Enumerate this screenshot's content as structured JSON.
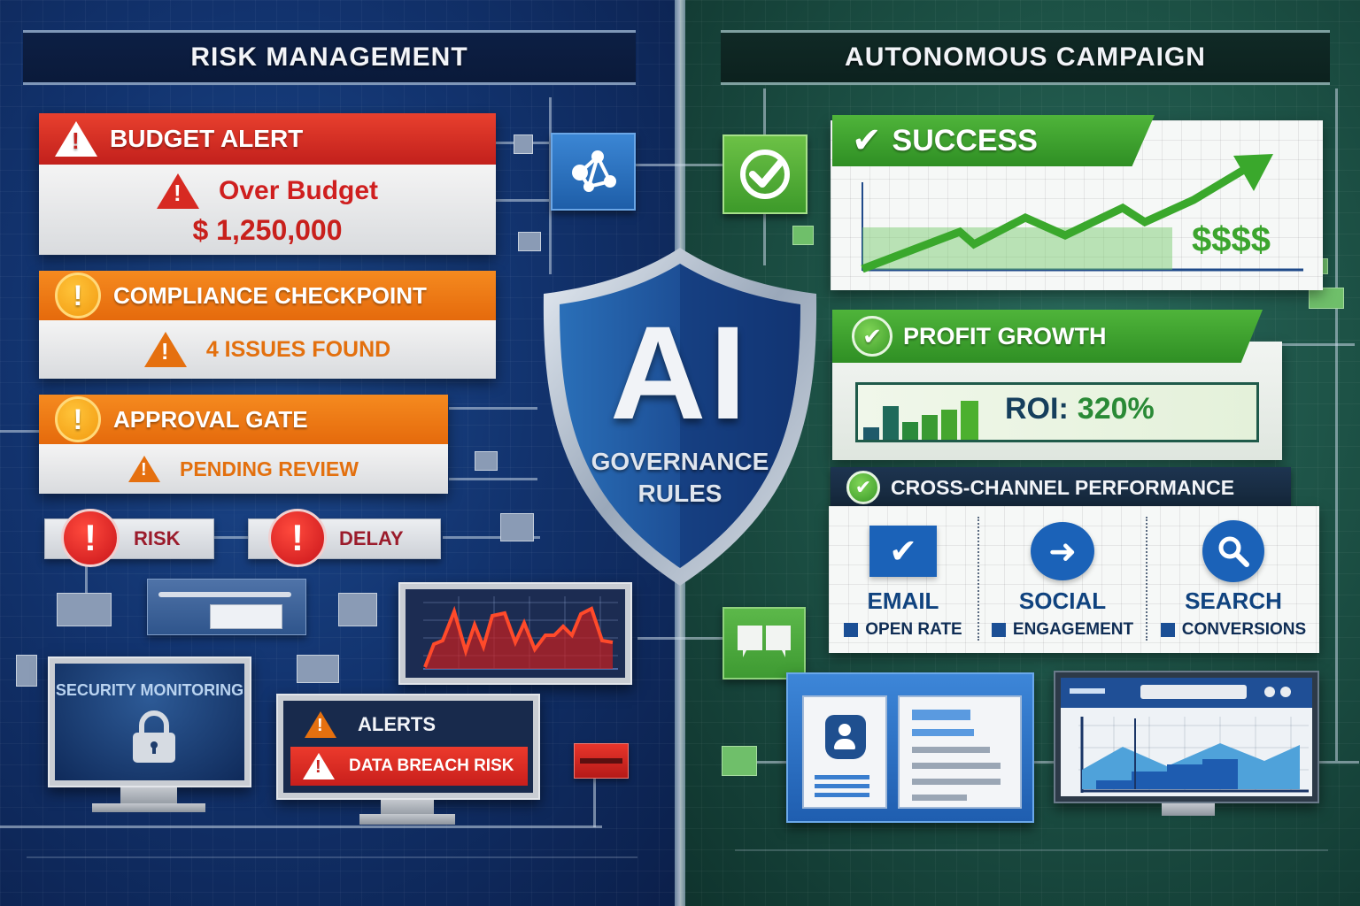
{
  "left_panel": {
    "title": "RISK MANAGEMENT",
    "budget_alert": {
      "header": "BUDGET ALERT",
      "status": "Over Budget",
      "amount": "$ 1,250,000",
      "icon": "warning-triangle-icon"
    },
    "compliance_checkpoint": {
      "header": "COMPLIANCE CHECKPOINT",
      "status": "4 ISSUES FOUND",
      "icon": "exclamation-circle-icon"
    },
    "approval_gate": {
      "header": "APPROVAL GATE",
      "status": "PENDING REVIEW",
      "icon": "exclamation-circle-icon"
    },
    "status_chips": [
      {
        "label": "RISK",
        "icon": "exclamation-circle-icon"
      },
      {
        "label": "DELAY",
        "icon": "exclamation-circle-icon"
      }
    ],
    "security_monitor": {
      "title": "SECURITY MONITORING",
      "icon": "lock-icon"
    },
    "alerts_monitor": {
      "title": "ALERTS",
      "alert_item": "DATA BREACH RISK",
      "icon": "warning-triangle-icon"
    },
    "network_node_icon": "network-nodes-icon"
  },
  "center": {
    "shield_title": "AI",
    "shield_subtitle_line1": "GOVERNANCE",
    "shield_subtitle_line2": "RULES"
  },
  "right_panel": {
    "title": "AUTONOMOUS CAMPAIGN",
    "success": {
      "label": "SUCCESS",
      "currency_glyph": "$$$$",
      "icon": "checkmark-icon"
    },
    "profit_growth": {
      "label": "PROFIT GROWTH",
      "roi_label": "ROI:",
      "roi_value": "320%",
      "icon": "check-circle-icon"
    },
    "cross_channel": {
      "label": "CROSS-CHANNEL PERFORMANCE",
      "channels": [
        {
          "name": "EMAIL",
          "metric": "OPEN RATE",
          "icon": "email-check-icon"
        },
        {
          "name": "SOCIAL",
          "metric": "ENGAGEMENT",
          "icon": "share-arrow-icon"
        },
        {
          "name": "SEARCH",
          "metric": "CONVERSIONS",
          "icon": "magnifier-icon"
        }
      ]
    },
    "node_icons": [
      "check-circle-icon",
      "chat-bubbles-icon"
    ]
  },
  "colors": {
    "left_bg": "#12336e",
    "right_bg": "#1d5246",
    "alert_red": "#d42a22",
    "alert_orange": "#ef7d16",
    "success_green": "#3fa52f",
    "text_navy": "#10437f"
  },
  "chart_data": [
    {
      "type": "line",
      "title": "",
      "description": "Success growth chart (green, upward trend with arrow)",
      "x": [
        0,
        1,
        2,
        3,
        4,
        5,
        6,
        7,
        8
      ],
      "values": [
        0,
        38,
        30,
        55,
        40,
        65,
        58,
        85,
        120
      ],
      "grid": true
    },
    {
      "type": "bar",
      "title": "ROI mini bars",
      "categories": [
        "1",
        "2",
        "3",
        "4",
        "5",
        "6"
      ],
      "values": [
        12,
        38,
        20,
        27,
        33,
        43
      ]
    },
    {
      "type": "area",
      "title": "Risk volatility (red)",
      "x": [
        0,
        1,
        2,
        3,
        4,
        5,
        6,
        7,
        8,
        9,
        10,
        11,
        12,
        13,
        14,
        15,
        16,
        17,
        18,
        19
      ],
      "values": [
        5,
        38,
        45,
        88,
        40,
        70,
        45,
        82,
        85,
        52,
        72,
        40,
        50,
        52,
        62,
        55,
        80,
        88,
        45,
        45
      ],
      "grid": true
    },
    {
      "type": "area",
      "title": "Campaign analytics (blue)",
      "x": [
        0,
        1,
        2,
        3,
        4,
        5,
        6,
        7,
        8
      ],
      "values": [
        40,
        62,
        50,
        42,
        50,
        60,
        55,
        48,
        62
      ],
      "grid": true
    }
  ]
}
